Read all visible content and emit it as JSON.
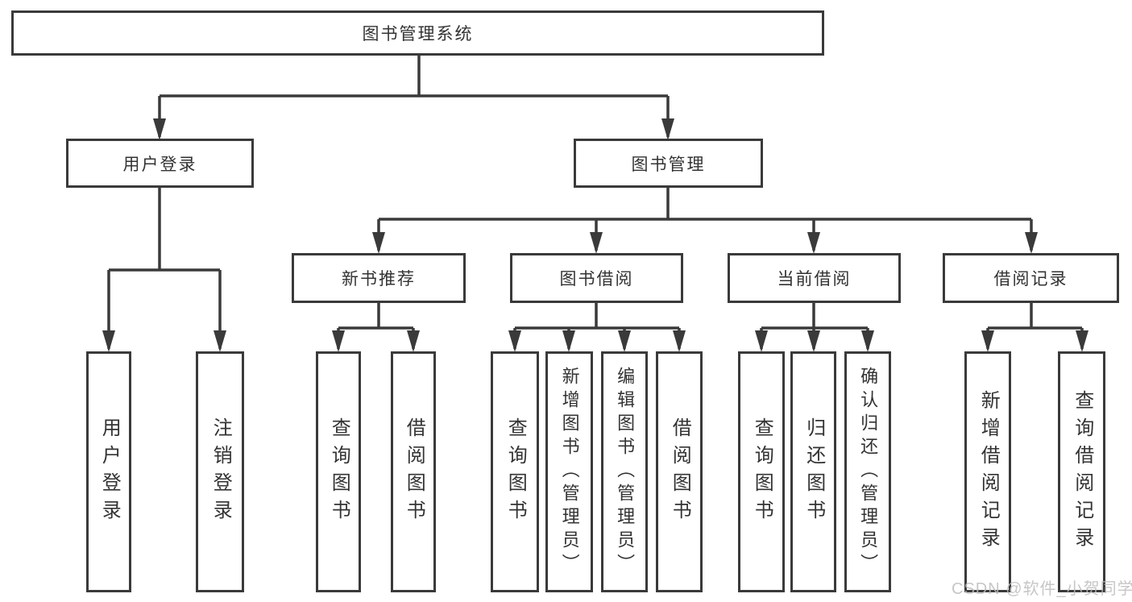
{
  "colors": {
    "line": "#3a3a3a",
    "text": "#333333",
    "box_fill": "#ffffff",
    "watermark": "#bdbdbd"
  },
  "watermark": {
    "text": "CSDN @软件_小贺同学"
  },
  "tree": {
    "label": "图书管理系统",
    "children": [
      {
        "label": "用户登录",
        "children": [
          {
            "label": "用户登录"
          },
          {
            "label": "注销登录"
          }
        ]
      },
      {
        "label": "图书管理",
        "children": [
          {
            "label": "新书推荐",
            "children": [
              {
                "label": "查询图书"
              },
              {
                "label": "借阅图书"
              }
            ]
          },
          {
            "label": "图书借阅",
            "children": [
              {
                "label": "查询图书"
              },
              {
                "label": "新增图书（管理员）"
              },
              {
                "label": "编辑图书（管理员）"
              },
              {
                "label": "借阅图书"
              }
            ]
          },
          {
            "label": "当前借阅",
            "children": [
              {
                "label": "查询图书"
              },
              {
                "label": "归还图书"
              },
              {
                "label": "确认归还（管理员）"
              }
            ]
          },
          {
            "label": "借阅记录",
            "children": [
              {
                "label": "新增借阅记录"
              },
              {
                "label": "查询借阅记录"
              }
            ]
          }
        ]
      }
    ]
  }
}
